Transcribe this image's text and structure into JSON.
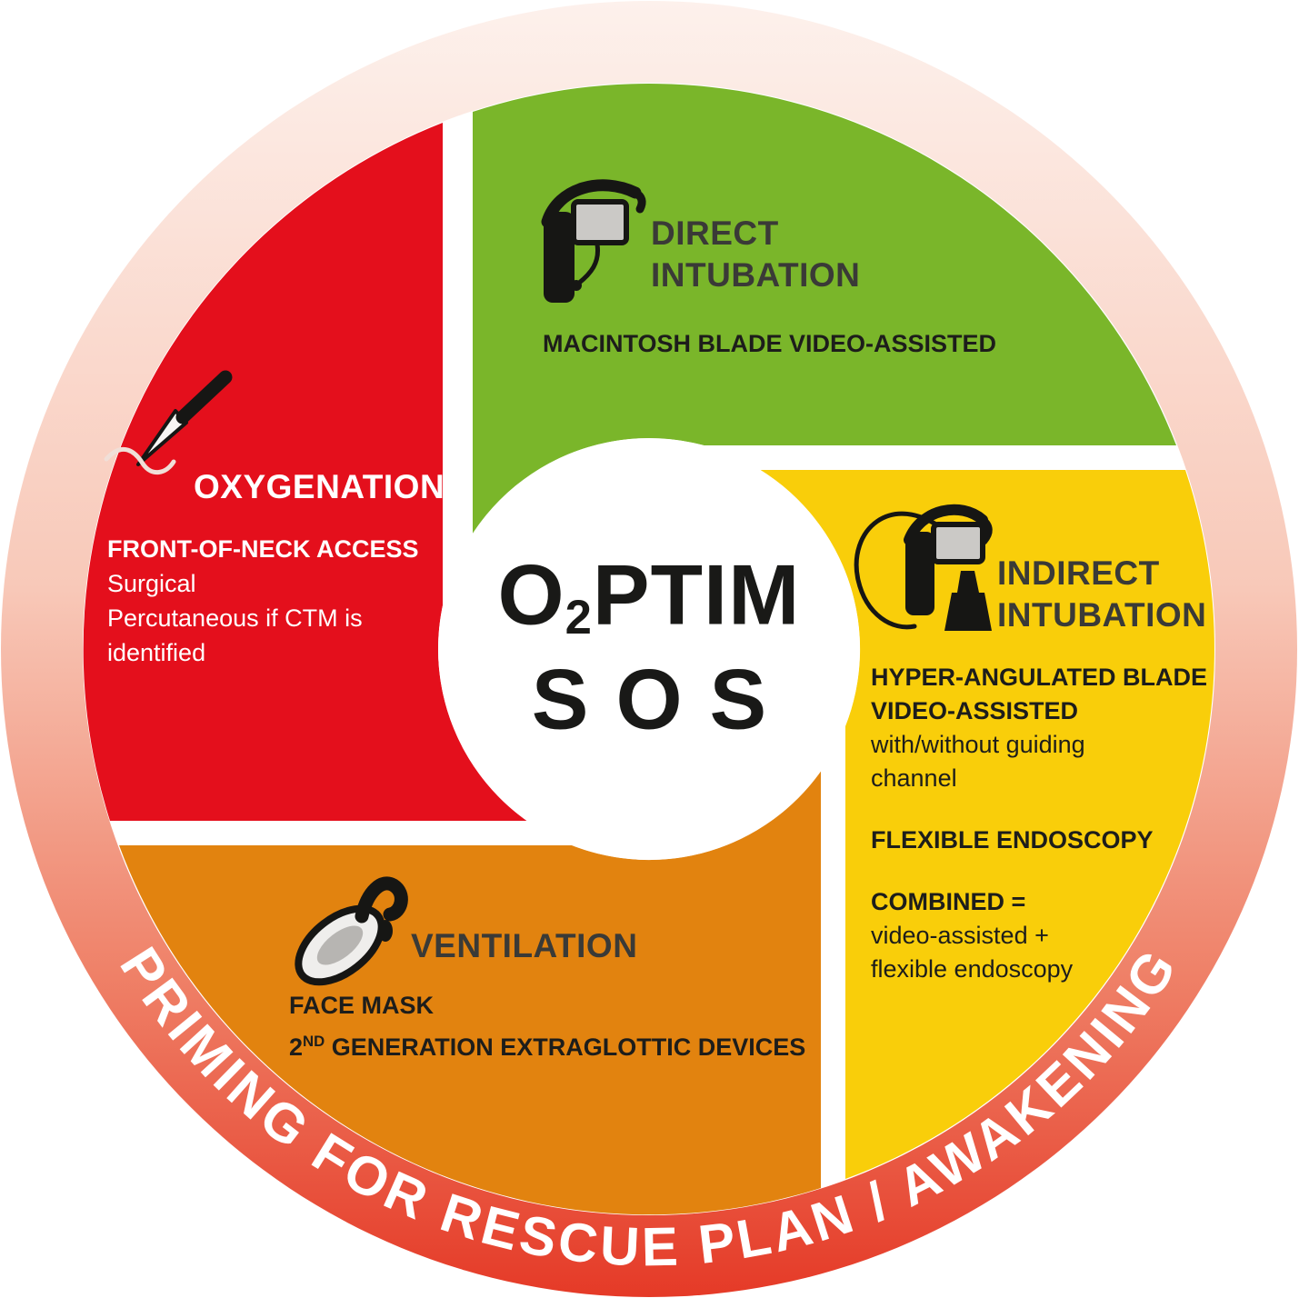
{
  "center": {
    "line1_pre": "O",
    "line1_sub": "2",
    "line1_post": "PTIM",
    "line2": "SOS"
  },
  "ring": {
    "label": "PRIMING FOR RESCUE PLAN / AWAKENING",
    "text_color": "#ffffff",
    "gradient_top": "#fdf1ec",
    "gradient_upper_mid": "#f8c9b9",
    "gradient_lower_mid": "#ef8168",
    "gradient_bottom": "#e53a27"
  },
  "quadrants": {
    "direct": {
      "color": "#7ab62a",
      "title_line1": "DIRECT",
      "title_line2": "INTUBATION",
      "body_line1": "MACINTOSH BLADE VIDEO-ASSISTED",
      "icon": "macintosh-video-laryngoscope-icon"
    },
    "indirect": {
      "color": "#f9ce0a",
      "title_line1": "INDIRECT",
      "title_line2": "INTUBATION",
      "body_bold1": "HYPER-ANGULATED BLADE",
      "body_bold2": "VIDEO-ASSISTED",
      "body_reg1": "with/without guiding",
      "body_reg2": "channel",
      "body_bold3": "FLEXIBLE ENDOSCOPY",
      "body_bold4": "COMBINED =",
      "body_reg3": "video-assisted +",
      "body_reg4": "flexible endoscopy",
      "icon": "hyper-angulated-video-laryngoscope-endoscope-icon"
    },
    "ventilation": {
      "color": "#e2830f",
      "title": "VENTILATION",
      "body_line1": "FACE MASK",
      "body_line2_pre": "2",
      "body_line2_sup": "ND",
      "body_line2_post": " GENERATION EXTRAGLOTTIC DEVICES",
      "icon": "laryngeal-mask-icon"
    },
    "oxygenation": {
      "color": "#e40f1c",
      "title": "OXYGENATION",
      "body_bold": "FRONT-OF-NECK ACCESS",
      "body_line2": "Surgical",
      "body_line3": "Percutaneous if CTM is",
      "body_line4": "identified",
      "icon": "scalpel-icon"
    }
  }
}
